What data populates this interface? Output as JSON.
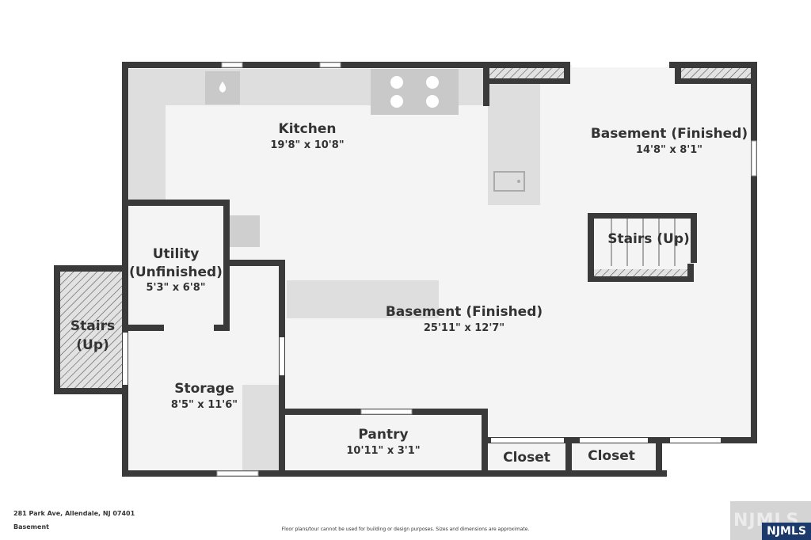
{
  "rooms": [
    {
      "name": "Kitchen",
      "dims": "19'8\" x 10'8\""
    },
    {
      "name": "Basement (Finished)",
      "dims": "14'8\" x 8'1\""
    },
    {
      "name": "Stairs (Up)",
      "dims": ""
    },
    {
      "name": "Utility",
      "name2": "(Unfinished)",
      "dims": "5'3\" x 6'8\""
    },
    {
      "name": "Stairs",
      "name2": "(Up)",
      "dims": ""
    },
    {
      "name": "Basement (Finished)",
      "dims": "25'11\" x 12'7\""
    },
    {
      "name": "Storage",
      "dims": "8'5\" x 11'6\""
    },
    {
      "name": "Pantry",
      "dims": "10'11\" x 3'1\""
    },
    {
      "name": "Closet",
      "dims": ""
    },
    {
      "name": "Closet",
      "dims": ""
    }
  ],
  "footer": {
    "address": "281 Park Ave, Allendale, NJ 07401",
    "level": "Basement",
    "disclaimer": "Floor plans/tour cannot be used for building or design purposes. Sizes and dimensions are approximate."
  },
  "logo": {
    "text": "NJMLS",
    "background": "#1b3a6b"
  },
  "colors": {
    "wall": "#3a3a3a",
    "floor": "#f4f4f4",
    "fixture": "#dedede",
    "appliance": "#c9c9c9"
  }
}
